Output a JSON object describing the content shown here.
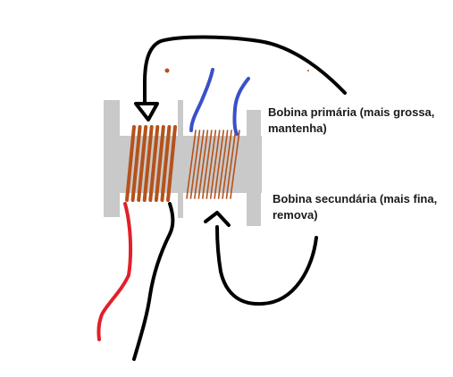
{
  "labels": {
    "primary_line1": "Bobina primária (mais grossa,",
    "primary_line2": "mantenha)",
    "secondary_line1": "Bobina secundária (mais fina,",
    "secondary_line2": "remova)"
  },
  "colors": {
    "background": "#ffffff",
    "bobbin": "#c9c9c9",
    "primary_coil": "#b5521b",
    "secondary_coil": "#b5521b",
    "lead_blue": "#3a50c8",
    "lead_red": "#e0202a",
    "lead_black": "#000000",
    "arrow": "#000000"
  },
  "coils": {
    "primary_turns": 8,
    "secondary_turns": 12
  }
}
